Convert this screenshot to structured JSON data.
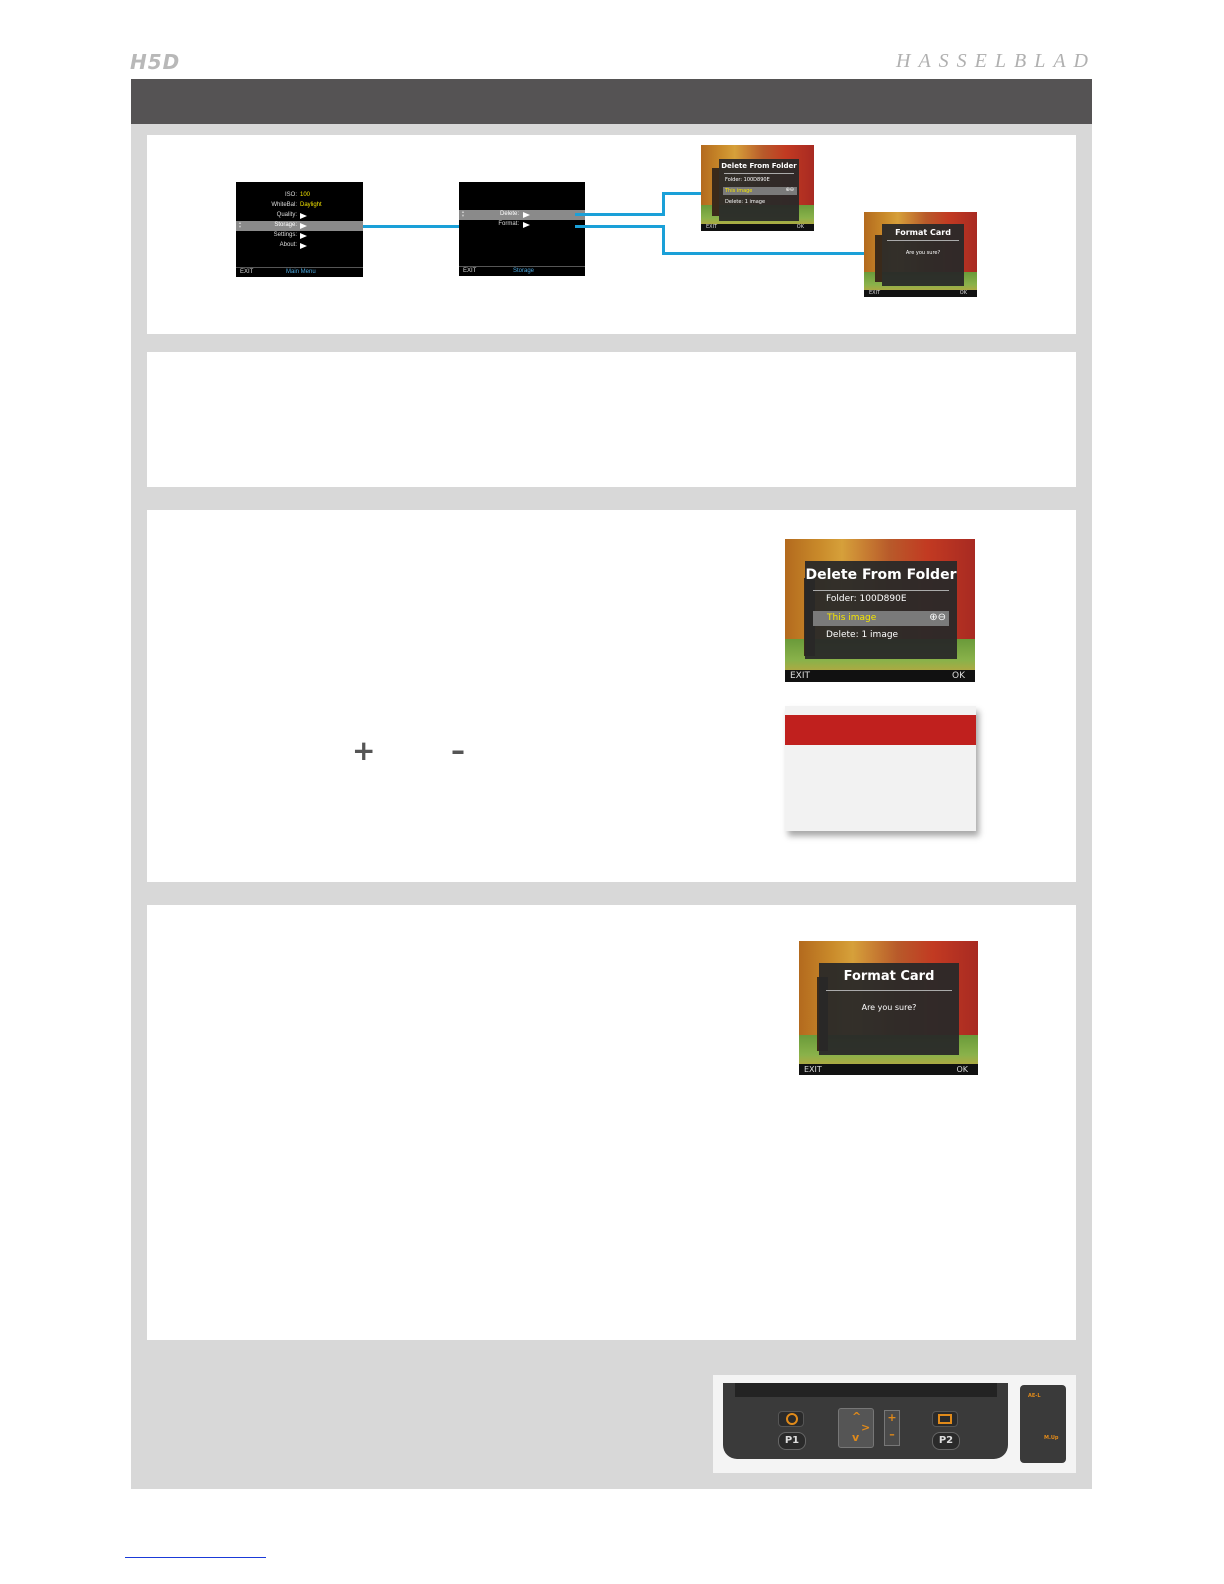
{
  "header": {
    "model_logo": "H5D",
    "brand_logo": "HASSELBLAD"
  },
  "main_menu_screen": {
    "rows": [
      {
        "label": "ISO:",
        "value": "100"
      },
      {
        "label": "WhiteBal:",
        "value": "Daylight"
      },
      {
        "label": "Quality:",
        "value": ""
      },
      {
        "label": "Storage:",
        "value": ""
      },
      {
        "label": "Settings:",
        "value": ""
      },
      {
        "label": "About:",
        "value": ""
      }
    ],
    "footer_exit": "EXIT",
    "footer_title": "Main Menu"
  },
  "storage_menu_screen": {
    "rows": [
      {
        "label": "Delete:"
      },
      {
        "label": "Format:"
      }
    ],
    "footer_exit": "EXIT",
    "footer_title": "Storage"
  },
  "delete_dialog": {
    "title": "Delete From Folder",
    "folder": "Folder:  100D890E",
    "selected": "This image",
    "icons": "⊕⊖",
    "count": "Delete: 1 image",
    "exit": "EXIT",
    "ok": "OK"
  },
  "format_dialog": {
    "title": "Format Card",
    "question": "Are you sure?",
    "exit": "EXIT",
    "ok": "OK"
  },
  "symbols": {
    "plus": "+",
    "minus": "–"
  },
  "camera_controls": {
    "p1": "P1",
    "p2": "P2",
    "up": "^",
    "down": "v",
    "right": ">",
    "plus": "+",
    "minus": "–",
    "side_top": "AE-L",
    "side_bottom": "M.Up"
  },
  "colors": {
    "accent_blue": "#1aa0d8",
    "note_red": "#c0201e",
    "title_bar": "#555354"
  }
}
